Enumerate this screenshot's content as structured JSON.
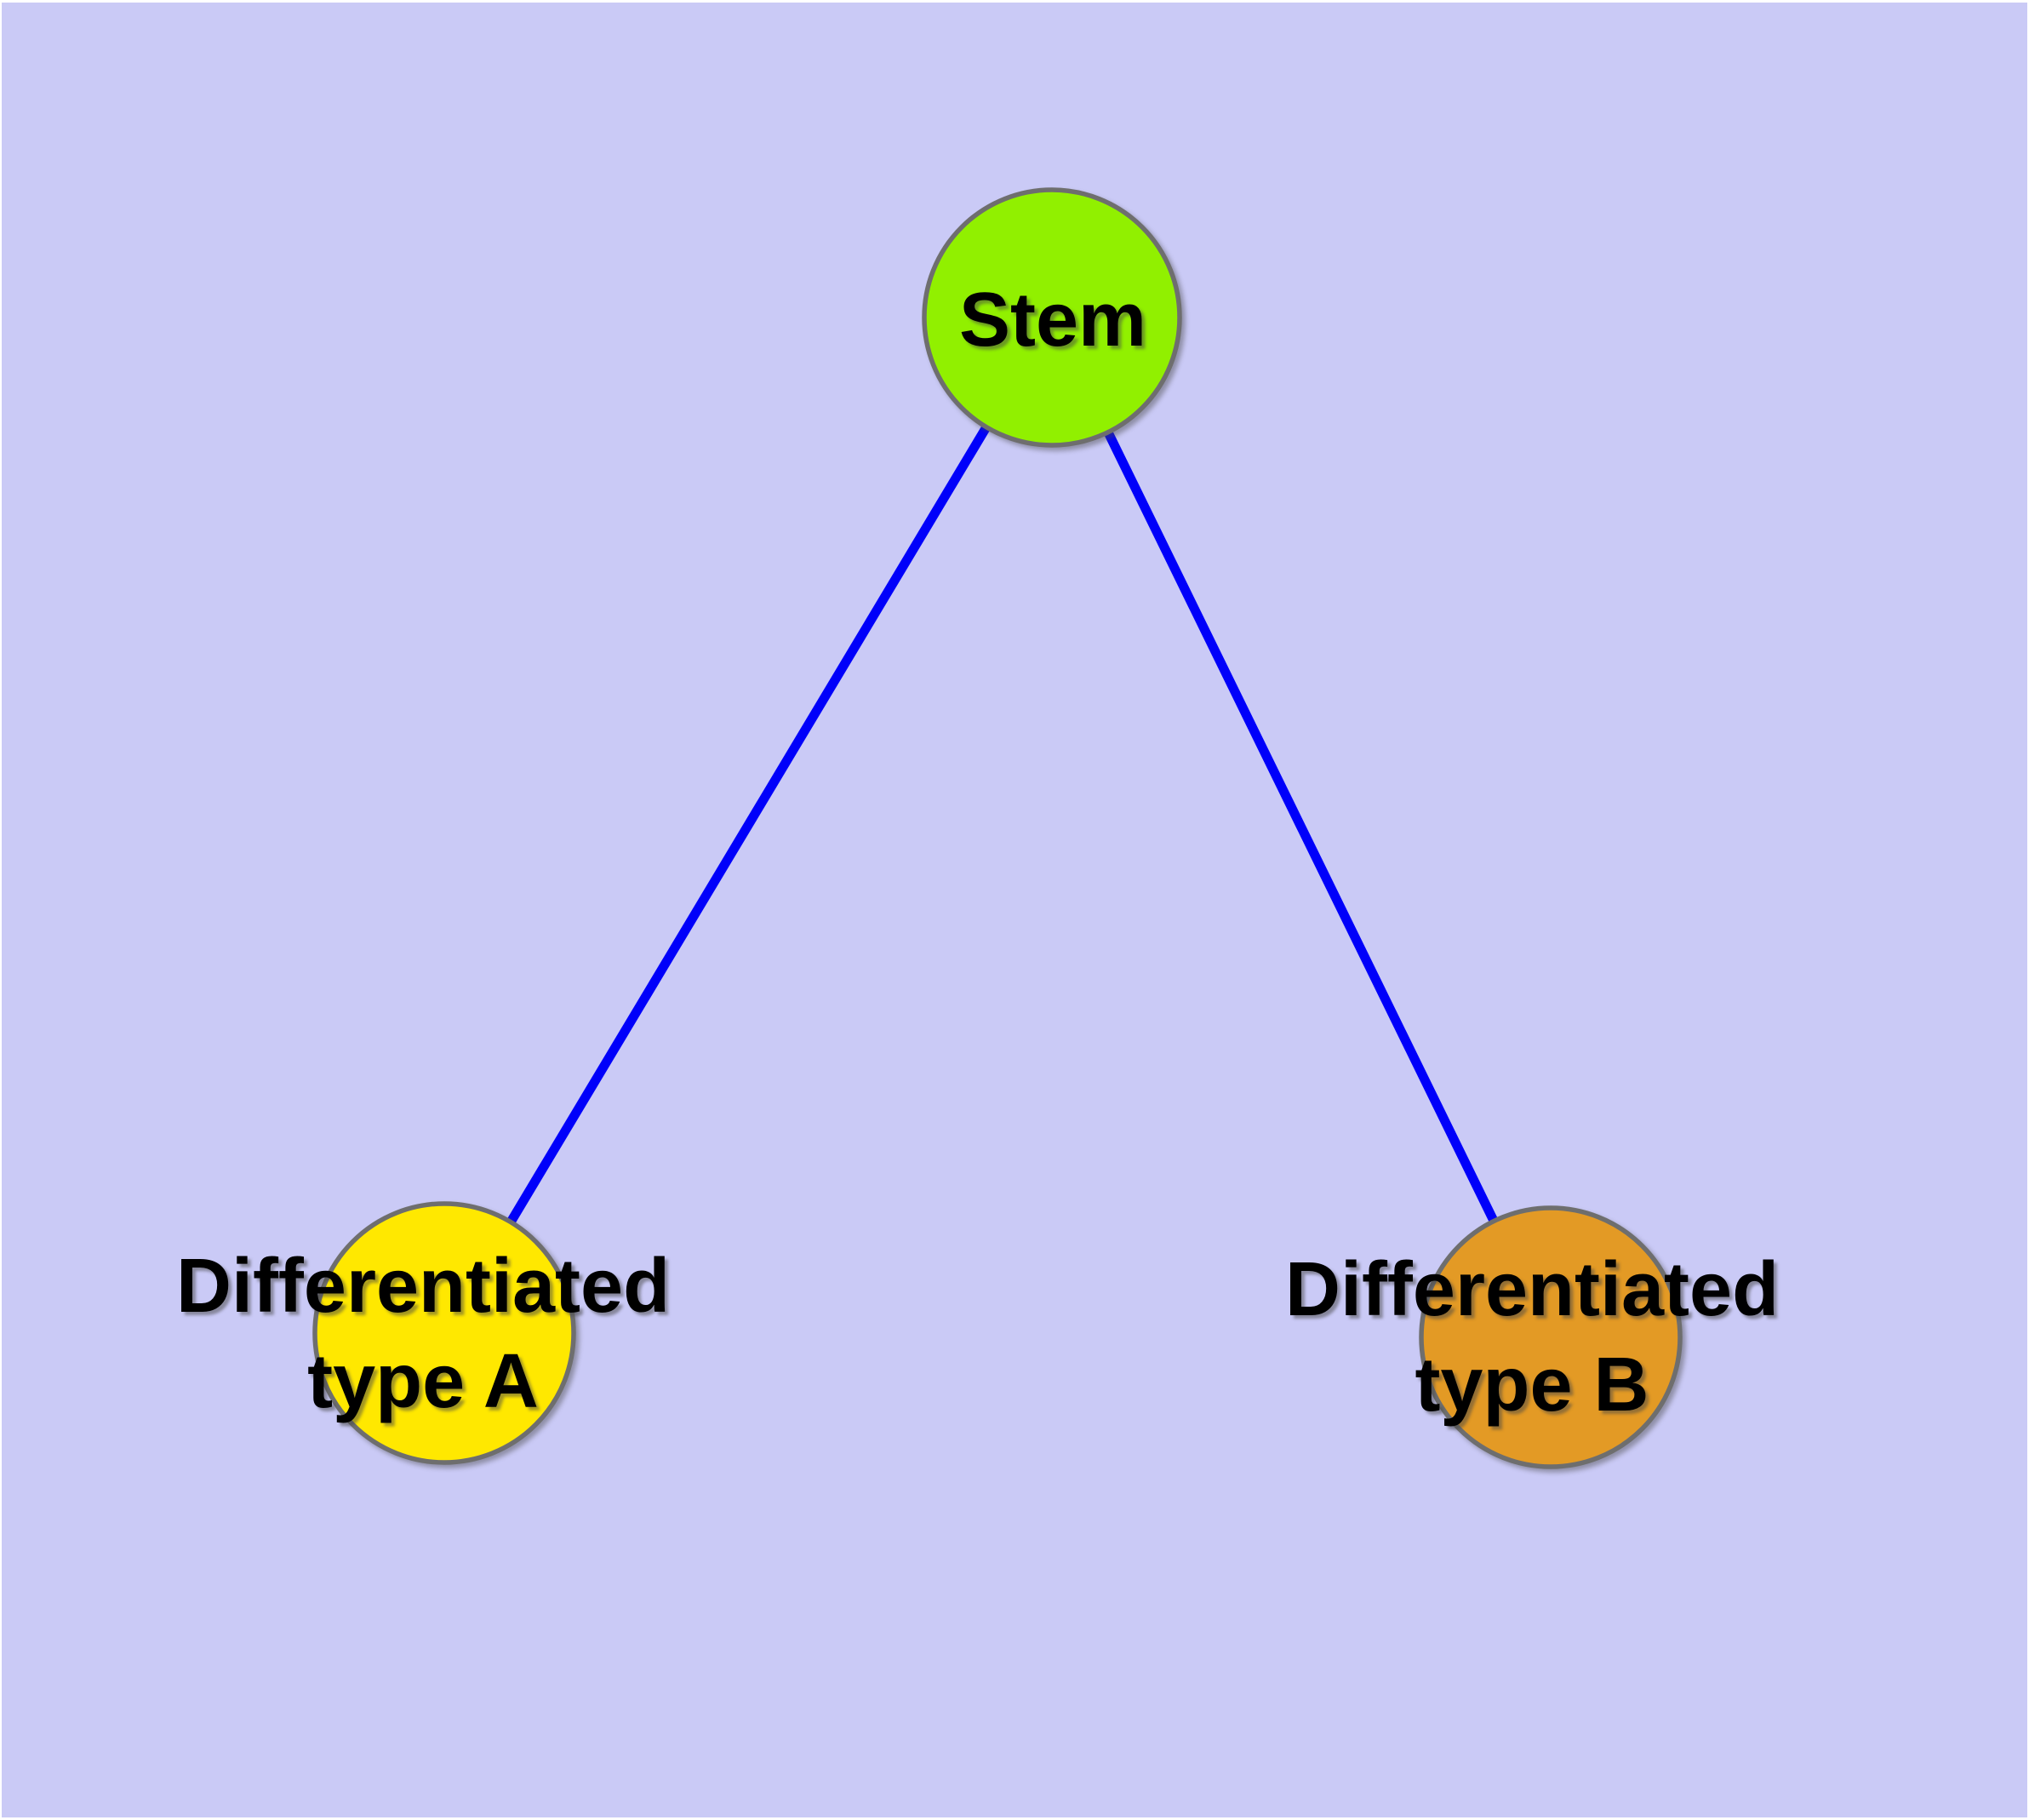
{
  "diagram": {
    "type": "graph",
    "background_color": "#CACAF6",
    "margin_color": "#FFFFFF",
    "edge_color": "#0000FA",
    "node_border_color": "#6E6E6E",
    "label_color": "#000000",
    "nodes": [
      {
        "id": "stem",
        "label": "Stem",
        "fill": "#91F000"
      },
      {
        "id": "type-a",
        "label": "Differentiated type A",
        "label_line1": "Differentiated",
        "label_line2": "type A",
        "fill": "#FFE800"
      },
      {
        "id": "type-b",
        "label": "Differentiated type B",
        "label_line1": "Differentiated",
        "label_line2": "type B",
        "fill": "#E39A25"
      }
    ],
    "edges": [
      {
        "from": "Stem",
        "to": "Differentiated type A"
      },
      {
        "from": "Stem",
        "to": "Differentiated type B"
      }
    ]
  }
}
